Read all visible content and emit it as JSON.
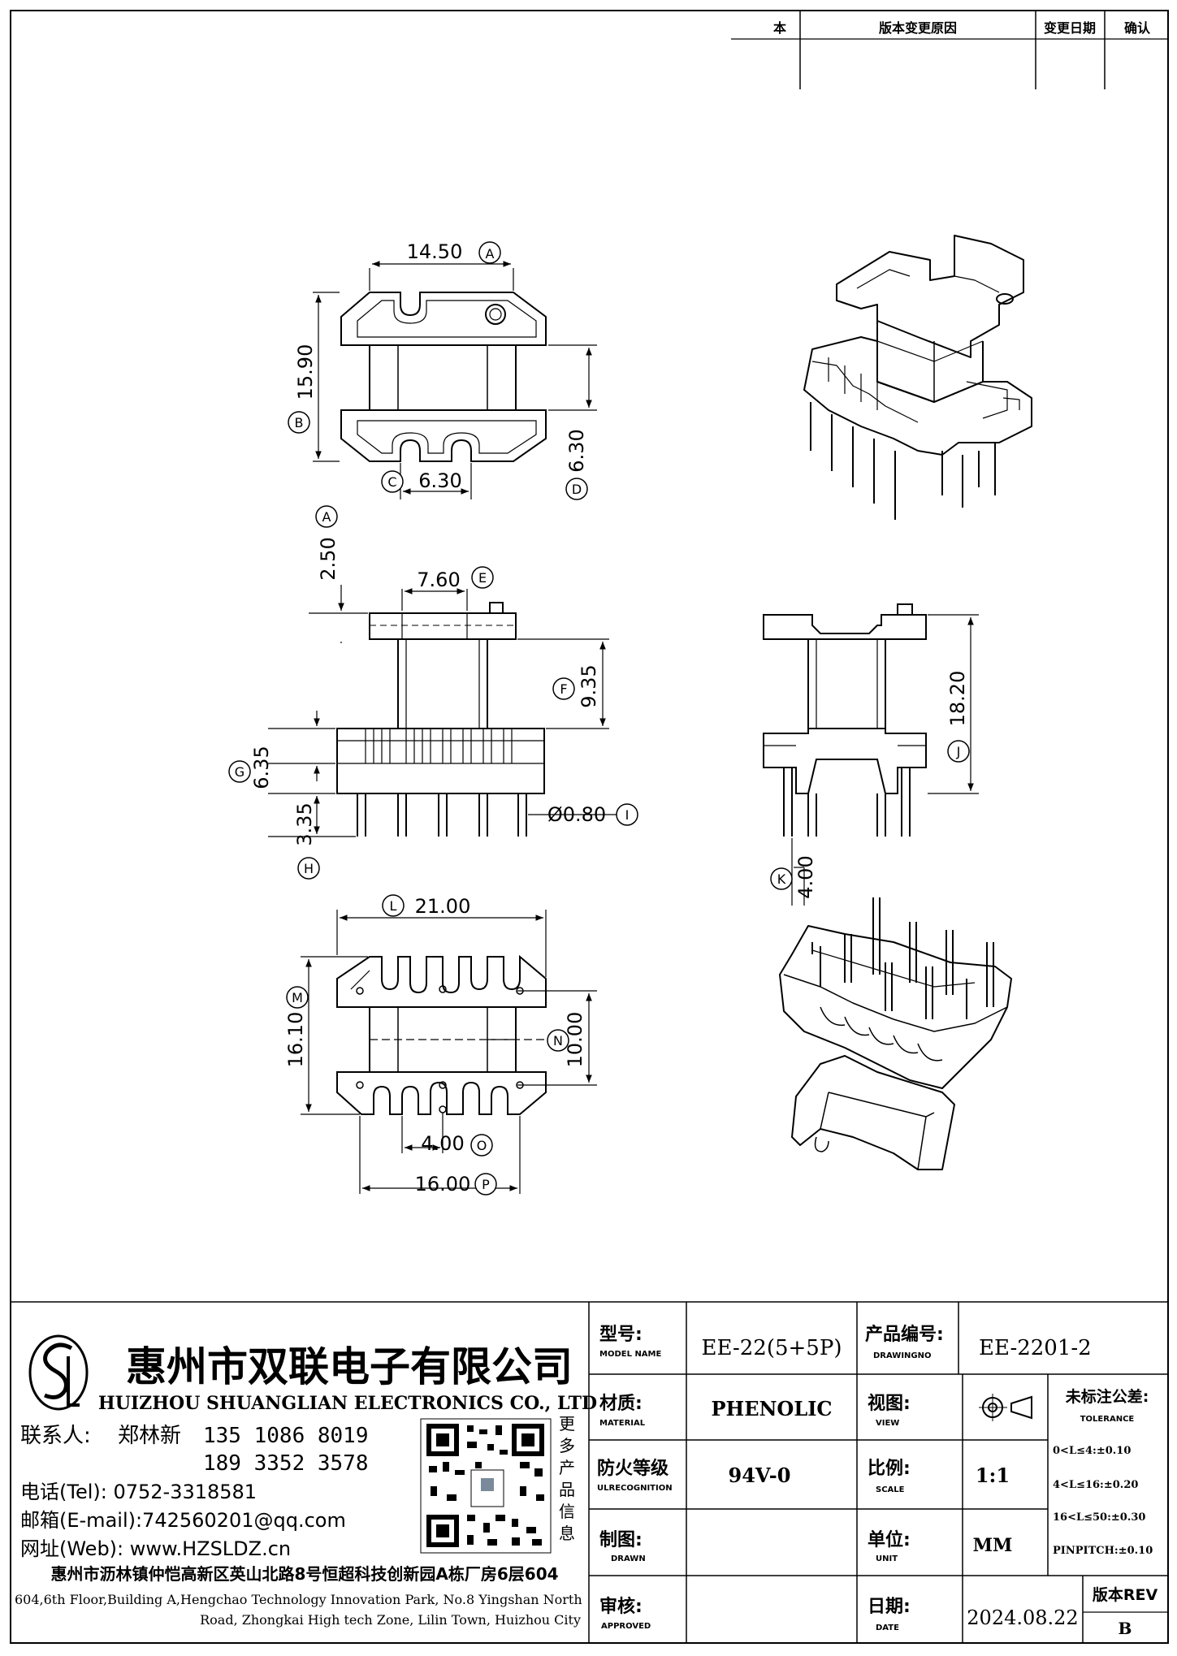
{
  "revision_header": {
    "col1": "本",
    "col2": "版本变更原因",
    "col3": "变更日期",
    "col4": "确认"
  },
  "dimensions": {
    "top_width": "14.50",
    "top_width_tag": "A",
    "top_height": "15.90",
    "top_height_tag": "B",
    "top_slot": "6.30",
    "top_slot_tag": "C",
    "top_right": "6.30",
    "top_right_tag": "D",
    "side_flange": "2.50",
    "side_flange_tag": "A",
    "side_top_width": "7.60",
    "side_top_width_tag": "E",
    "side_core": "9.35",
    "side_core_tag": "F",
    "side_base": "6.35",
    "side_base_tag": "G",
    "side_pin_len": "3.35",
    "side_pin_len_tag": "H",
    "pin_dia": "Ø0.80",
    "pin_dia_tag": "I",
    "right_height": "18.20",
    "right_height_tag": "J",
    "right_pin": "4.00",
    "right_pin_tag": "K",
    "bottom_width": "21.00",
    "bottom_width_tag": "L",
    "bottom_height": "16.10",
    "bottom_height_tag": "M",
    "bottom_inner": "10.00",
    "bottom_inner_tag": "N",
    "bottom_pitch": "4.00",
    "bottom_pitch_tag": "O",
    "bottom_span": "16.00",
    "bottom_span_tag": "P"
  },
  "company": {
    "name_cn": "惠州市双联电子有限公司",
    "name_en": "HUIZHOU SHUANGLIAN ELECTRONICS CO., LTD",
    "contact_label": "联系人:",
    "contact_name": "郑林新",
    "phone1": "135 1086 8019",
    "phone2": "189 3352 3578",
    "tel": "电话(Tel): 0752-3318581",
    "email": "邮箱(E-mail):742560201@qq.com",
    "web": "网址(Web): www.HZSLDZ.cn",
    "qr_side_text": "更多产品信息",
    "address_cn": "惠州市沥林镇仲恺高新区英山北路8号恒超科技创新园A栋厂房6层604",
    "address_en1": "604,6th Floor,Building A,Hengchao Technology Innovation Park, No.8 Yingshan North",
    "address_en2": "Road, Zhongkai High tech Zone, Lilin Town, Huizhou City"
  },
  "title_block": {
    "model_label": "型号:",
    "model_label_en": "MODEL NAME",
    "model_value": "EE-22(5+5P)",
    "drawing_label": "产品编号:",
    "drawing_label_en": "DRAWINGNO",
    "drawing_value": "EE-2201-2",
    "material_label": "材质:",
    "material_label_en": "MATERIAL",
    "material_value": "PHENOLIC",
    "view_label": "视图:",
    "view_label_en": "VIEW",
    "tolerance_label": "未标注公差:",
    "tolerance_label_en": "TOLERANCE",
    "tol1": "0<L≤4:±0.10",
    "tol2": "4<L≤16:±0.20",
    "tol3": "16<L≤50:±0.30",
    "tol4": "PINPITCH:±0.10",
    "fire_label": "防火等级",
    "fire_label_en": "ULRECOGNITION",
    "fire_value": "94V-0",
    "scale_label": "比例:",
    "scale_label_en": "SCALE",
    "scale_value": "1:1",
    "drawn_label": "制图:",
    "drawn_label_en": "DRAWN",
    "unit_label": "单位:",
    "unit_label_en": "UNIT",
    "unit_value": "MM",
    "approved_label": "审核:",
    "approved_label_en": "APPROVED",
    "date_label": "日期:",
    "date_label_en": "DATE",
    "date_value": "2024.08.22",
    "rev_label": "版本REV",
    "rev_value": "B"
  }
}
